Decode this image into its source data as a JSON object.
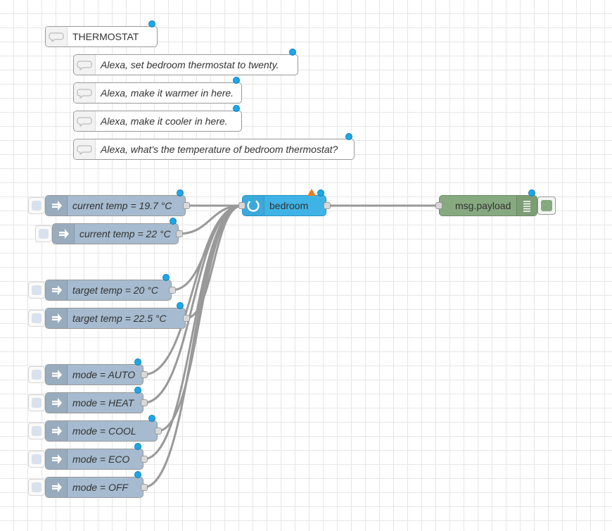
{
  "comments": [
    {
      "id": "c0",
      "label": "THERMOSTAT"
    },
    {
      "id": "c1",
      "label": "Alexa, set bedroom thermostat to twenty."
    },
    {
      "id": "c2",
      "label": "Alexa, make it warmer in here."
    },
    {
      "id": "c3",
      "label": "Alexa, make it cooler in here."
    },
    {
      "id": "c4",
      "label": "Alexa, what's the temperature of bedroom thermostat?"
    }
  ],
  "injects": [
    {
      "id": "i0",
      "label": "current temp = 19.7 °C"
    },
    {
      "id": "i1",
      "label": "current temp = 22 °C"
    },
    {
      "id": "i2",
      "label": "target temp = 20 °C"
    },
    {
      "id": "i3",
      "label": "target temp = 22.5 °C"
    },
    {
      "id": "i4",
      "label": "mode = AUTO"
    },
    {
      "id": "i5",
      "label": "mode = HEAT"
    },
    {
      "id": "i6",
      "label": "mode = COOL"
    },
    {
      "id": "i7",
      "label": "mode = ECO"
    },
    {
      "id": "i8",
      "label": "mode = OFF"
    }
  ],
  "thermostat": {
    "label": "bedroom",
    "icon": "thermostat-icon",
    "status_color": "#ee7b1e"
  },
  "debug": {
    "label": "msg.payload",
    "icon": "debug-list-icon",
    "color": "#87a980"
  },
  "colors": {
    "inject": "#a6bbcf",
    "thermostat": "#3fb3e6",
    "changed_dot": "#1ea7e8",
    "wire": "#999999"
  }
}
